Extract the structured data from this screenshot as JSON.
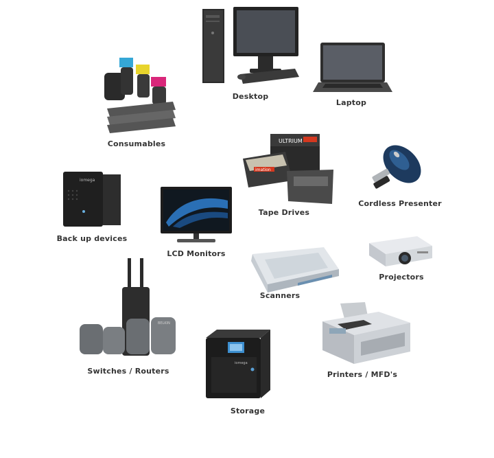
{
  "items": [
    {
      "id": "desktop",
      "label": "Desktop"
    },
    {
      "id": "laptop",
      "label": "Laptop"
    },
    {
      "id": "consumables",
      "label": "Consumables"
    },
    {
      "id": "tape-drives",
      "label": "Tape Drives",
      "brand": "imation",
      "product": "ULTRIUM"
    },
    {
      "id": "cordless-presenter",
      "label": "Cordless Presenter"
    },
    {
      "id": "backup-devices",
      "label": "Back up devices",
      "brand": "iomega"
    },
    {
      "id": "lcd-monitors",
      "label": "LCD Monitors"
    },
    {
      "id": "scanners",
      "label": "Scanners"
    },
    {
      "id": "projectors",
      "label": "Projectors"
    },
    {
      "id": "switches-routers",
      "label": "Switches / Routers",
      "brand": "BELKIN"
    },
    {
      "id": "printers-mfds",
      "label": "Printers / MFD's"
    },
    {
      "id": "storage",
      "label": "Storage",
      "brand": "iomega"
    }
  ]
}
